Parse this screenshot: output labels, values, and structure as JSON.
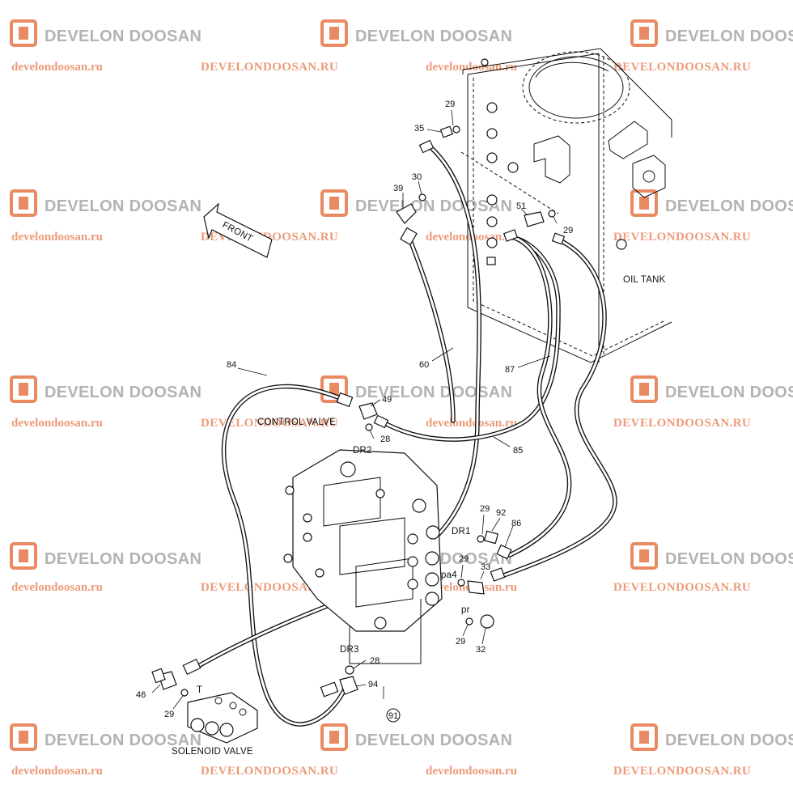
{
  "watermark": {
    "brand": "DEVELON DOOSAN",
    "site_lower": "develondoosan.ru",
    "site_upper": "DEVELONDOOSAN.RU",
    "logo_color": "#e98a63",
    "brand_color": "#b3b3b3"
  },
  "diagram": {
    "front_label": "FRONT",
    "oil_tank_label": "OIL TANK",
    "control_valve_label": "CONTROL VALVE",
    "solenoid_valve_label": "SOLENOID VALVE",
    "port_labels": {
      "dr1": "DR1",
      "dr2": "DR2",
      "dr3": "DR3",
      "pa4": "pa4",
      "pr": "pr",
      "t": "T"
    },
    "part_numbers": {
      "p29a": "29",
      "p35": "35",
      "p30": "30",
      "p39": "39",
      "p51": "51",
      "p29b": "29",
      "p60": "60",
      "p87": "87",
      "p84": "84",
      "p49": "49",
      "p28a": "28",
      "p85": "85",
      "p29c": "29",
      "p92": "92",
      "p86": "86",
      "p29d": "29",
      "p33": "33",
      "p29e": "29",
      "p32": "32",
      "p28b": "28",
      "p94": "94",
      "p91": "91",
      "p46": "46",
      "p29f": "29"
    }
  }
}
